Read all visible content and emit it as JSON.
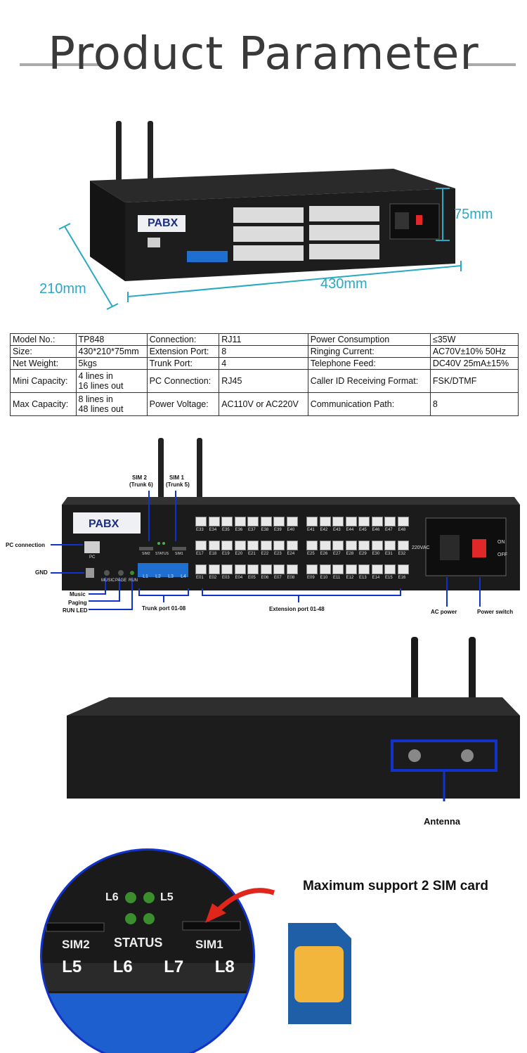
{
  "header": {
    "title": "Product Parameter"
  },
  "dimensions": {
    "width": "430mm",
    "depth": "210mm",
    "height": "75mm"
  },
  "device_labels": {
    "brand": "PABX",
    "pc": "PC",
    "music": "MUSIC",
    "page": "PAGE",
    "run": "RUN",
    "status": "STATUS",
    "sim1": "SIM1",
    "sim2": "SIM2",
    "power_label": "220VAC",
    "on": "ON",
    "off": "OFF",
    "trunk_ports": [
      "L1",
      "L2",
      "L3",
      "L4"
    ],
    "trunk_ports_2": [
      "L5",
      "L6",
      "L7",
      "L8"
    ]
  },
  "ext_rows": {
    "r1a": [
      "E33",
      "E34",
      "E35",
      "E36",
      "E37",
      "E38",
      "E39",
      "E40"
    ],
    "r1b": [
      "E41",
      "E42",
      "E43",
      "E44",
      "E45",
      "E46",
      "E47",
      "E48"
    ],
    "r2a": [
      "E17",
      "E18",
      "E19",
      "E20",
      "E21",
      "E22",
      "E23",
      "E24"
    ],
    "r2b": [
      "E25",
      "E26",
      "E27",
      "E28",
      "E29",
      "E30",
      "E31",
      "E32"
    ],
    "r3a": [
      "E01",
      "E02",
      "E03",
      "E04",
      "E05",
      "E06",
      "E07",
      "E08"
    ],
    "r3b": [
      "E09",
      "E10",
      "E11",
      "E12",
      "E13",
      "E14",
      "E15",
      "E16"
    ]
  },
  "spec_table": {
    "rows": [
      [
        "Model No.:",
        "TP848",
        "Connection:",
        "RJ11",
        "Power Consumption",
        "≤35W"
      ],
      [
        "Size:",
        "430*210*75mm",
        "Extension Port:",
        "8",
        "Ringing Current:",
        "AC70V±10% 50Hz"
      ],
      [
        "Net Weight:",
        "5kgs",
        "Trunk Port:",
        "4",
        "Telephone Feed:",
        "DC40V 25mA±15%"
      ],
      [
        "Mini Capacity:",
        "4 lines in\n16 lines out",
        "PC Connection:",
        "RJ45",
        "Caller ID Receiving Format:",
        "FSK/DTMF"
      ],
      [
        "Max Capacity:",
        "8 lines in\n48 lines out",
        "Power Voltage:",
        "AC110V or AC220V",
        "Communication Path:",
        "8"
      ]
    ]
  },
  "callouts": {
    "sim2": "SIM 2",
    "sim2_sub": "(Trunk 6)",
    "sim1": "SIM 1",
    "sim1_sub": "(Trunk 5)",
    "pc_connection": "PC connection",
    "gnd": "GND",
    "music": "Music",
    "paging": "Paging",
    "run_led": "RUN LED",
    "trunk_port": "Trunk port 01-08",
    "extension_port": "Extension port 01-48",
    "ac_power": "AC power",
    "power_switch": "Power switch"
  },
  "antenna": {
    "label": "Antenna"
  },
  "sim_section": {
    "caption": "Maximum support 2 SIM card",
    "led_l6": "L6",
    "led_l5": "L5",
    "status": "STATUS",
    "sim2": "SIM2",
    "sim1": "SIM1",
    "ports": [
      "L5",
      "L6",
      "L7",
      "L8"
    ]
  },
  "colors": {
    "dimension": "#2aa8c4",
    "device": "#1b1b1b",
    "port_blue": "#1e6fd0",
    "highlight_blue": "#1133cc",
    "arrow_red": "#e0251b",
    "sim_card": "#1e5fa8",
    "sim_chip": "#f2b63c"
  }
}
